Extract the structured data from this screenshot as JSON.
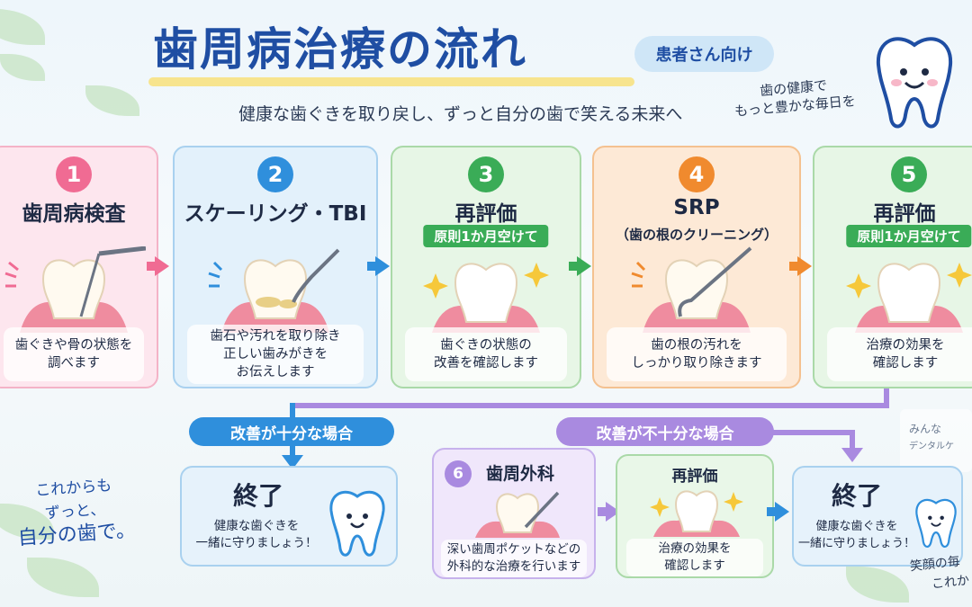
{
  "header": {
    "title": "歯周病治療の流れ",
    "audience_badge": "患者さん向け",
    "subtitle": "健康な歯ぐきを取り戻し、ずっと自分の歯で笑える未来へ",
    "note_right_line1": "歯の健康で",
    "note_right_line2": "もっと豊かな毎日を"
  },
  "steps": [
    {
      "num": "1",
      "title": "歯周病検査",
      "sublabel": "",
      "desc": [
        "歯ぐきや骨の状態を",
        "調べます"
      ],
      "color": "#f06b93"
    },
    {
      "num": "2",
      "title": "スケーリング・TBI",
      "sublabel": "",
      "desc": [
        "歯石や汚れを取り除き",
        "正しい歯みがきを",
        "お伝えします"
      ],
      "color": "#2f8fdc"
    },
    {
      "num": "3",
      "title": "再評価",
      "sublabel": "原則1か月空けて",
      "desc": [
        "歯ぐきの状態の",
        "改善を確認します"
      ],
      "color": "#3aac57"
    },
    {
      "num": "4",
      "title": "SRP",
      "sublabel": "（歯の根のクリーニング）",
      "desc": [
        "歯の根の汚れを",
        "しっかり取り除きます"
      ],
      "color": "#f08a2e"
    },
    {
      "num": "5",
      "title": "再評価",
      "sublabel": "原則1か月空けて",
      "desc": [
        "治療の効果を",
        "確認します"
      ],
      "color": "#3aac57"
    }
  ],
  "branches": {
    "sufficient": "改善が十分な場合",
    "insufficient": "改善が不十分な場合"
  },
  "end_left": {
    "title": "終了",
    "desc": [
      "健康な歯ぐきを",
      "一緒に守りましょう！"
    ]
  },
  "surgery": {
    "num": "6",
    "title": "歯周外科",
    "desc": [
      "深い歯周ポケットなどの",
      "外科的な治療を行います"
    ]
  },
  "reeval_final": {
    "title": "再評価",
    "desc": [
      "治療の効果を",
      "確認します"
    ]
  },
  "end_right": {
    "title": "終了",
    "desc": [
      "健康な歯ぐきを",
      "一緒に守りましょう！"
    ]
  },
  "note_left": {
    "line1": "これからも",
    "line2": "ずっと、",
    "line3": "自分の歯で。"
  },
  "note_bottom_right": {
    "line1": "笑顔の毎",
    "line2": "これか"
  },
  "bg_sign": {
    "line1": "みんな",
    "line2": "デンタルケ"
  }
}
